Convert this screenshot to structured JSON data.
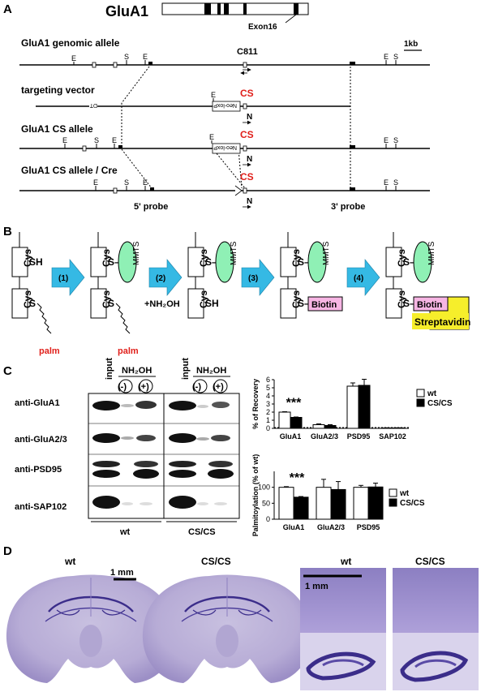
{
  "panel_a": {
    "letter": "A",
    "gene_title": "GluA1",
    "exon_label": "Exon16",
    "scale_bar": "1kb",
    "rows": [
      {
        "label": "GluA1 genomic allele"
      },
      {
        "label": "targeting vector"
      },
      {
        "label": "GluA1 CS allele"
      },
      {
        "label": "GluA1 CS allele / Cre"
      }
    ],
    "site_labels": {
      "E": "E",
      "S": "S",
      "N": "N",
      "DT": "DT",
      "neo": "Neo-loxP"
    },
    "c811": "C811",
    "cs": "CS",
    "probe_5": "5' probe",
    "probe_3": "3' probe",
    "colors": {
      "cs": "#e0201b"
    }
  },
  "panel_b": {
    "letter": "B",
    "cys": "Cys",
    "sh": "SH",
    "s": "S",
    "s_dash": "S–",
    "palm": "palm",
    "mmts": "MMTS",
    "biotin": "Biotin",
    "streptavidin": "Streptavidin",
    "hydroxylamine": "+NH₂OH",
    "steps": [
      "(1)",
      "(2)",
      "(3)",
      "(4)"
    ],
    "colors": {
      "arrow": "#35b9e4",
      "mmts": "#8ff0b5",
      "biotin": "#f6b5e3",
      "streptavidin": "#f6ee2b",
      "palm": "#e0201b"
    }
  },
  "panel_c": {
    "letter": "C",
    "lane_headers": {
      "input": "input",
      "nh2oh": "NH₂OH",
      "minus": "(-)",
      "plus": "(+)"
    },
    "blot_rows": [
      "anti-GluA1",
      "anti-GluA2/3",
      "anti-PSD95",
      "anti-SAP102"
    ],
    "groups": [
      "wt",
      "CS/CS"
    ]
  },
  "chart_data": [
    {
      "type": "bar",
      "ylabel": "% of Recovery",
      "categories": [
        "GluA1",
        "GluA2/3",
        "PSD95",
        "SAP102"
      ],
      "ylim": [
        0,
        6
      ],
      "yticks": [
        "0",
        "1",
        "2",
        "3",
        "4",
        "5",
        "6"
      ],
      "series": [
        {
          "name": "wt",
          "values": [
            2.0,
            0.45,
            5.2,
            0.05
          ],
          "errors": [
            0.05,
            0.1,
            0.4,
            0.02
          ],
          "color": "#ffffff"
        },
        {
          "name": "CS/CS",
          "values": [
            1.35,
            0.35,
            5.3,
            0.05
          ],
          "errors": [
            0.05,
            0.1,
            0.75,
            0.02
          ],
          "color": "#000000"
        }
      ],
      "significance": "***",
      "legend": "right"
    },
    {
      "type": "bar",
      "ylabel": "Palmitoylation (% of wt)",
      "categories": [
        "GluA1",
        "GluA2/3",
        "PSD95"
      ],
      "ylim": [
        0,
        150
      ],
      "yticks": [
        "0",
        "50",
        "100"
      ],
      "series": [
        {
          "name": "wt",
          "values": [
            100,
            100,
            100
          ],
          "errors": [
            2,
            25,
            6
          ],
          "color": "#ffffff"
        },
        {
          "name": "CS/CS",
          "values": [
            69,
            93,
            101
          ],
          "errors": [
            2,
            25,
            12
          ],
          "color": "#000000"
        }
      ],
      "significance": "***",
      "legend": "right"
    }
  ],
  "panel_d": {
    "letter": "D",
    "labels": [
      "wt",
      "CS/CS",
      "wt",
      "CS/CS"
    ],
    "scale_left": "1 mm",
    "scale_right": "1 mm"
  }
}
